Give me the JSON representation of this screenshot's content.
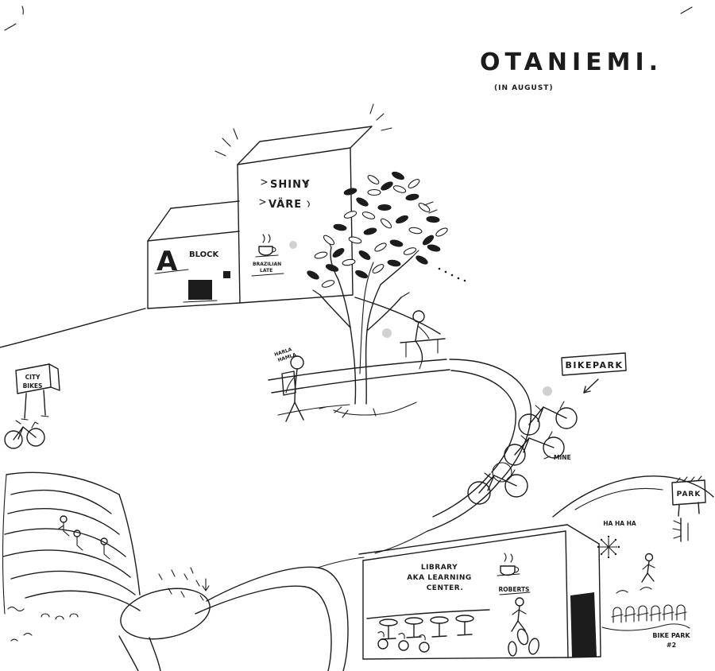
{
  "colors": {
    "ink": "#1c1c1c",
    "paper": "#ffffff",
    "marker_dot": "#c9c9c9"
  },
  "title": {
    "main": "OTANIEMI.",
    "sub": "(IN AUGUST)"
  },
  "vare": {
    "line1": "SHINY",
    "line2": "VÄRE"
  },
  "ablock": {
    "letter": "A",
    "label": "BLOCK"
  },
  "cafe": {
    "line1": "BRAZILIAN",
    "line2": "LATE"
  },
  "city_bikes": {
    "line1": "CITY",
    "line2": "BIKES"
  },
  "bikepark": {
    "label": "BIKEPARK"
  },
  "mine": {
    "label": "MINE"
  },
  "walker": {
    "line1": "HARLA",
    "line2": "HAMLA"
  },
  "library": {
    "line1": "LIBRARY",
    "line2": "AKA LEARNING",
    "line3": "CENTER.",
    "cafe": "ROBERTS"
  },
  "park": {
    "label": "PARK"
  },
  "laugh": {
    "label": "HA HA HA"
  },
  "bikepark2": {
    "line1": "BIKE PARK",
    "line2": "#2"
  }
}
